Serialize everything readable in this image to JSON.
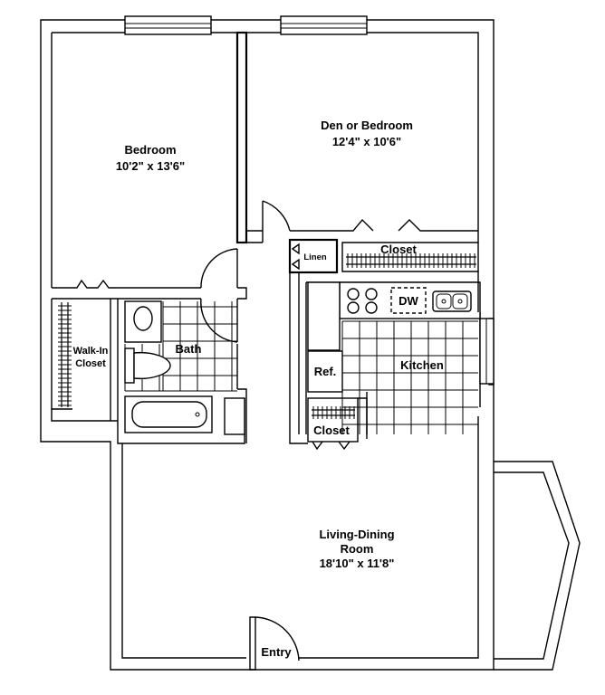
{
  "rooms": {
    "bedroom": {
      "name": "Bedroom",
      "size": "10'2\" x 13'6\""
    },
    "den": {
      "name": "Den or Bedroom",
      "size": "12'4\" x 10'6\""
    },
    "living": {
      "name_line1": "Living-Dining",
      "name_line2": "Room",
      "size": "18'10\" x 11'8\""
    },
    "kitchen": {
      "name": "Kitchen"
    },
    "bath": {
      "name": "Bath"
    }
  },
  "labels": {
    "closet_den": "Closet",
    "closet_kitchen": "Closet",
    "linen": "Linen",
    "walk_in_line1": "Walk-In",
    "walk_in_line2": "Closet",
    "ref": "Ref.",
    "dw": "DW",
    "entry": "Entry"
  }
}
